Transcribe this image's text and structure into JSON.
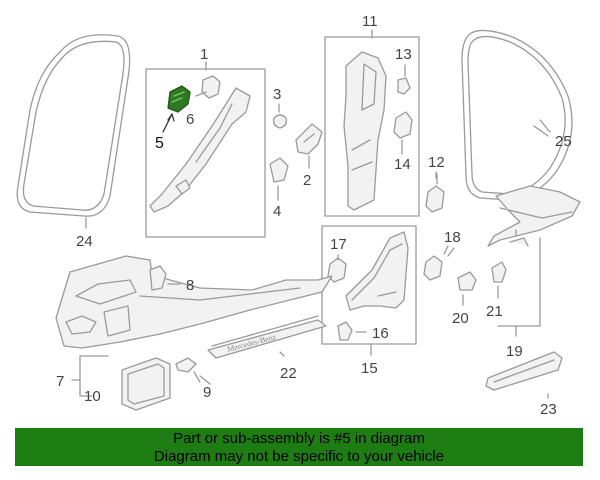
{
  "colors": {
    "line": "#9a9a9a",
    "part_fill": "#e6e6e6",
    "highlight_part": "#2e7a22",
    "banner_bg": "#1e7d12",
    "banner_text": "#000000"
  },
  "callouts": [
    "1",
    "2",
    "3",
    "4",
    "5",
    "6",
    "7",
    "8",
    "9",
    "10",
    "11",
    "12",
    "13",
    "14",
    "15",
    "16",
    "17",
    "18",
    "19",
    "20",
    "21",
    "22",
    "23",
    "24",
    "25"
  ],
  "emblem_text": "Mercedes-Benz",
  "banner": {
    "line1": "Part or sub-assembly is #5 in diagram",
    "line2": "Diagram may not be specific to your vehicle"
  }
}
